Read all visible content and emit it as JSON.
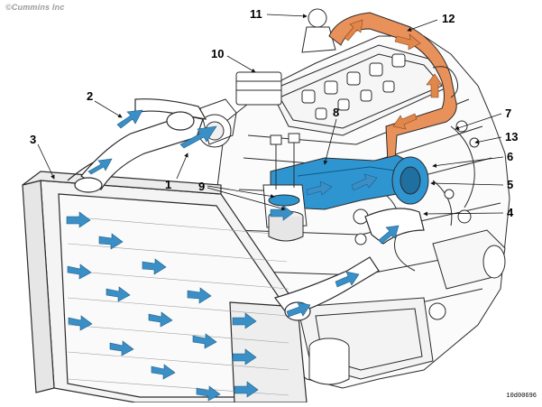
{
  "copyright": "©Cummins Inc",
  "document_id": "10d00696",
  "callouts": [
    "1",
    "2",
    "3",
    "4",
    "5",
    "6",
    "7",
    "8",
    "9",
    "10",
    "11",
    "12",
    "13"
  ],
  "colors": {
    "line": "#2b2b2b",
    "engine_fill": "#ffffff",
    "cool_flow": "#3a8fc6",
    "cool_fill": "#2f95d1",
    "hot_flow": "#e0874a",
    "hot_fill": "#e9915a",
    "cooler_fill": "#f2f2f2"
  }
}
